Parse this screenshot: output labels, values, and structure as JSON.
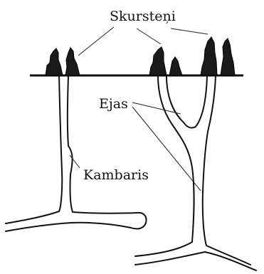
{
  "labels": {
    "turrets": "Skursteņi",
    "passages": "Ejas",
    "chamber": "Kambaris"
  }
}
